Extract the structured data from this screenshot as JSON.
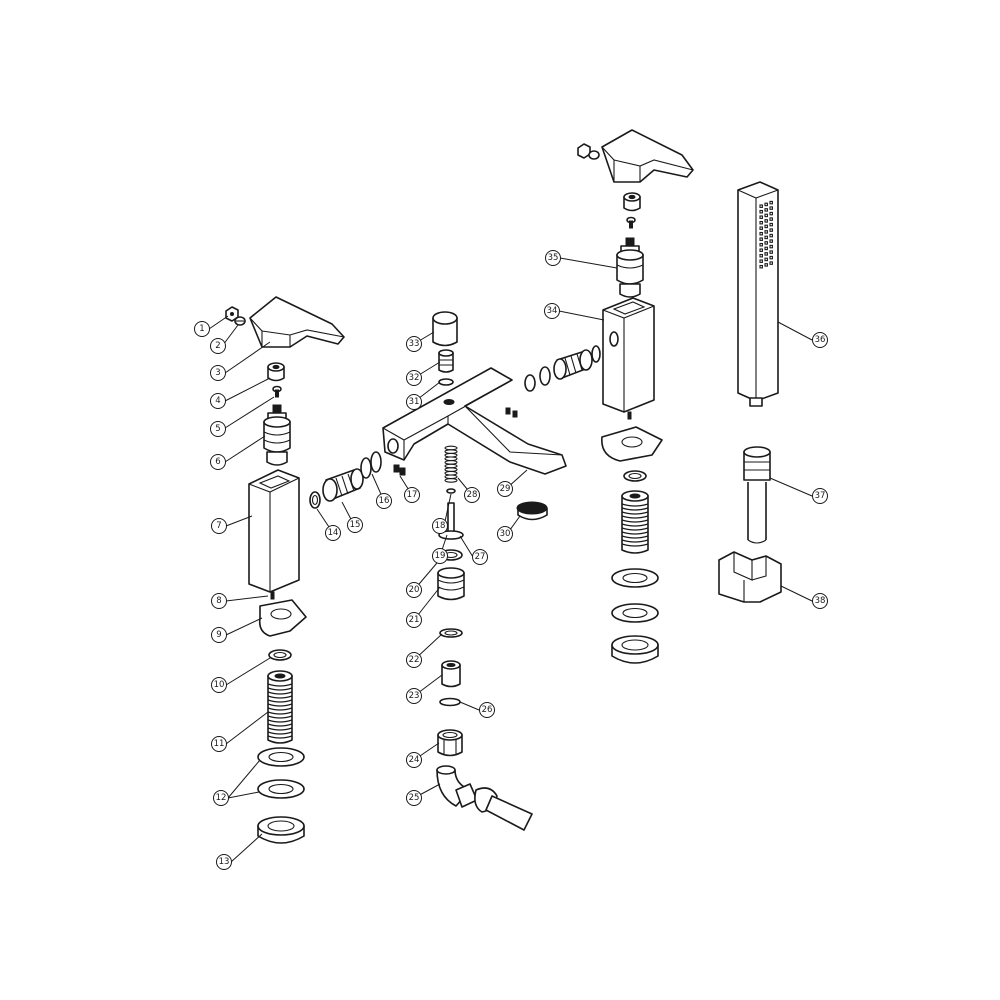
{
  "diagram": {
    "colors": {
      "line": "#1a1a1a",
      "background": "#ffffff"
    },
    "callouts": [
      {
        "id": "c1",
        "label": "1"
      },
      {
        "id": "c2",
        "label": "2"
      },
      {
        "id": "c3",
        "label": "3"
      },
      {
        "id": "c4",
        "label": "4"
      },
      {
        "id": "c5",
        "label": "5"
      },
      {
        "id": "c6",
        "label": "6"
      },
      {
        "id": "c7",
        "label": "7"
      },
      {
        "id": "c8",
        "label": "8"
      },
      {
        "id": "c9",
        "label": "9"
      },
      {
        "id": "c10",
        "label": "10"
      },
      {
        "id": "c11",
        "label": "11"
      },
      {
        "id": "c12",
        "label": "12"
      },
      {
        "id": "c13",
        "label": "13"
      },
      {
        "id": "c14",
        "label": "14"
      },
      {
        "id": "c15",
        "label": "15"
      },
      {
        "id": "c16",
        "label": "16"
      },
      {
        "id": "c17",
        "label": "17"
      },
      {
        "id": "c18",
        "label": "18"
      },
      {
        "id": "c19",
        "label": "19"
      },
      {
        "id": "c20",
        "label": "20"
      },
      {
        "id": "c21",
        "label": "21"
      },
      {
        "id": "c22",
        "label": "22"
      },
      {
        "id": "c23",
        "label": "23"
      },
      {
        "id": "c24",
        "label": "24"
      },
      {
        "id": "c25",
        "label": "25"
      },
      {
        "id": "c26",
        "label": "26"
      },
      {
        "id": "c27",
        "label": "27"
      },
      {
        "id": "c28",
        "label": "28"
      },
      {
        "id": "c29",
        "label": "29"
      },
      {
        "id": "c30",
        "label": "30"
      },
      {
        "id": "c31",
        "label": "31"
      },
      {
        "id": "c32",
        "label": "32"
      },
      {
        "id": "c33",
        "label": "33"
      },
      {
        "id": "c34",
        "label": "34"
      },
      {
        "id": "c35",
        "label": "35"
      },
      {
        "id": "c36",
        "label": "36"
      },
      {
        "id": "c37",
        "label": "37"
      },
      {
        "id": "c38",
        "label": "38"
      }
    ]
  }
}
